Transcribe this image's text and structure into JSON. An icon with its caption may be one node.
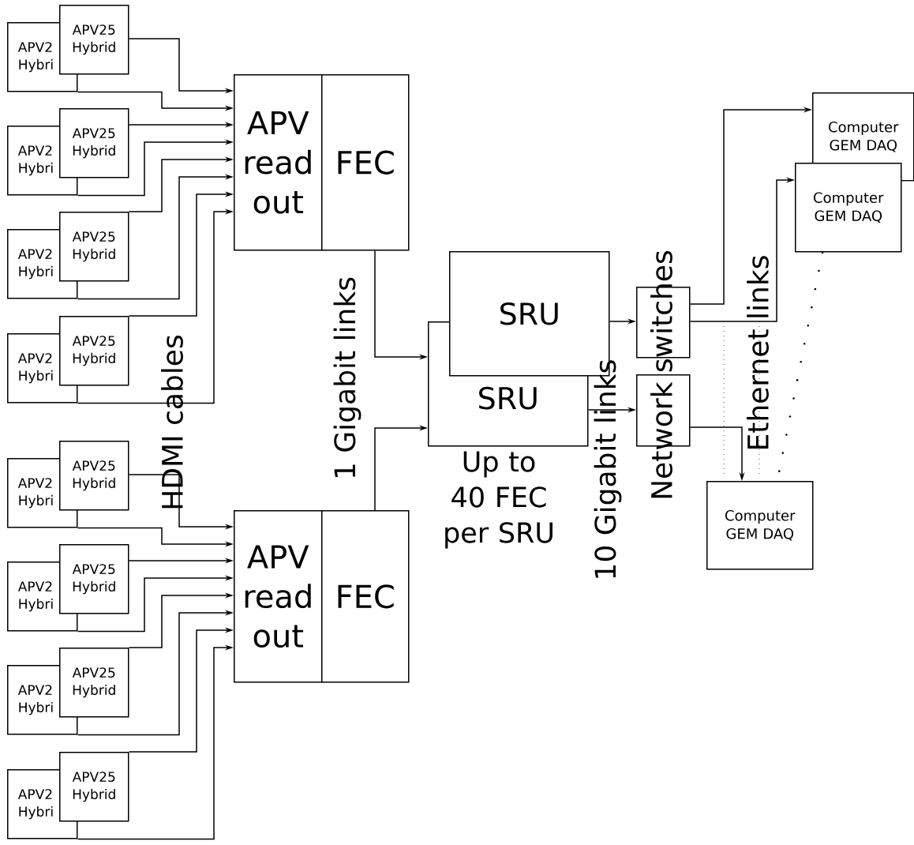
{
  "diagram": {
    "nodes": [
      {
        "text": [
          "APV2 Hybri"
        ]
      },
      {
        "text": [
          "APV25 Hybrid"
        ]
      },
      {
        "text": [
          "APV2 Hybri"
        ]
      },
      {
        "text": [
          "APV25 Hybrid"
        ]
      },
      {
        "text": [
          "APV2 Hybri"
        ]
      },
      {
        "text": [
          "APV25 Hybrid"
        ]
      },
      {
        "text": [
          "APV2 Hybri"
        ]
      },
      {
        "text": [
          "APV25 Hybrid"
        ]
      },
      {
        "text": [
          "APV read out"
        ]
      },
      {
        "text": [
          "FEC"
        ]
      },
      {
        "text": [
          "APV2 Hybri"
        ]
      },
      {
        "text": [
          "APV25 Hybrid"
        ]
      },
      {
        "text": [
          "APV2 Hybri"
        ]
      },
      {
        "text": [
          "APV25 Hybrid"
        ]
      },
      {
        "text": [
          "APV2 Hybri"
        ]
      },
      {
        "text": [
          "APV25 Hybrid"
        ]
      },
      {
        "text": [
          "APV2 Hybri"
        ]
      },
      {
        "text": [
          "APV25 Hybrid"
        ]
      },
      {
        "text": [
          "APV read out"
        ]
      },
      {
        "text": [
          "FEC"
        ]
      },
      {
        "text": [
          "SRU"
        ]
      },
      {
        "text": [
          "SRU"
        ]
      },
      {
        "text": [],
        "shape": "box"
      },
      {
        "text": [],
        "shape": "box"
      },
      {
        "text": [
          "Computer GEM DAQ"
        ]
      },
      {
        "text": [
          "Computer GEM DAQ"
        ]
      },
      {
        "text": [
          "Computer GEM DAQ"
        ]
      }
    ],
    "edges": [
      {
        "from": 1,
        "to": 8,
        "arrow": "to"
      },
      {
        "from": 0,
        "to": 8,
        "arrow": "to"
      },
      {
        "from": 3,
        "to": 8,
        "arrow": "to"
      },
      {
        "from": 2,
        "to": 8,
        "arrow": "to"
      },
      {
        "from": 5,
        "to": 8,
        "arrow": "to"
      },
      {
        "from": 4,
        "to": 8,
        "arrow": "to"
      },
      {
        "from": 7,
        "to": 8,
        "arrow": "to"
      },
      {
        "from": 6,
        "to": 8,
        "arrow": "to"
      },
      {
        "from": 11,
        "to": 18,
        "arrow": "to"
      },
      {
        "from": 10,
        "to": 18,
        "arrow": "to"
      },
      {
        "from": 13,
        "to": 18,
        "arrow": "to"
      },
      {
        "from": 12,
        "to": 18,
        "arrow": "to"
      },
      {
        "from": 15,
        "to": 18,
        "arrow": "to"
      },
      {
        "from": 14,
        "to": 18,
        "arrow": "to"
      },
      {
        "from": 17,
        "to": 18,
        "arrow": "to"
      },
      {
        "from": 16,
        "to": 18,
        "arrow": "to"
      },
      {
        "from": 9,
        "to": 21,
        "arrow": "to"
      },
      {
        "from": 19,
        "to": 21,
        "arrow": "to"
      },
      {
        "from": 20,
        "to": 22,
        "arrow": "to"
      },
      {
        "from": 21,
        "to": 23,
        "arrow": "to"
      },
      {
        "from": 22,
        "to": 24,
        "arrow": "to"
      },
      {
        "from": 22,
        "to": 25,
        "arrow": "to"
      },
      {
        "from": 23,
        "to": 26,
        "arrow": "to"
      }
    ],
    "labels": [
      "HDMI cables",
      "1 Gigabit links",
      "Up to 40 FEC per SRU",
      "10 Gigabit links",
      "Network switches",
      "Ethernet links"
    ]
  }
}
